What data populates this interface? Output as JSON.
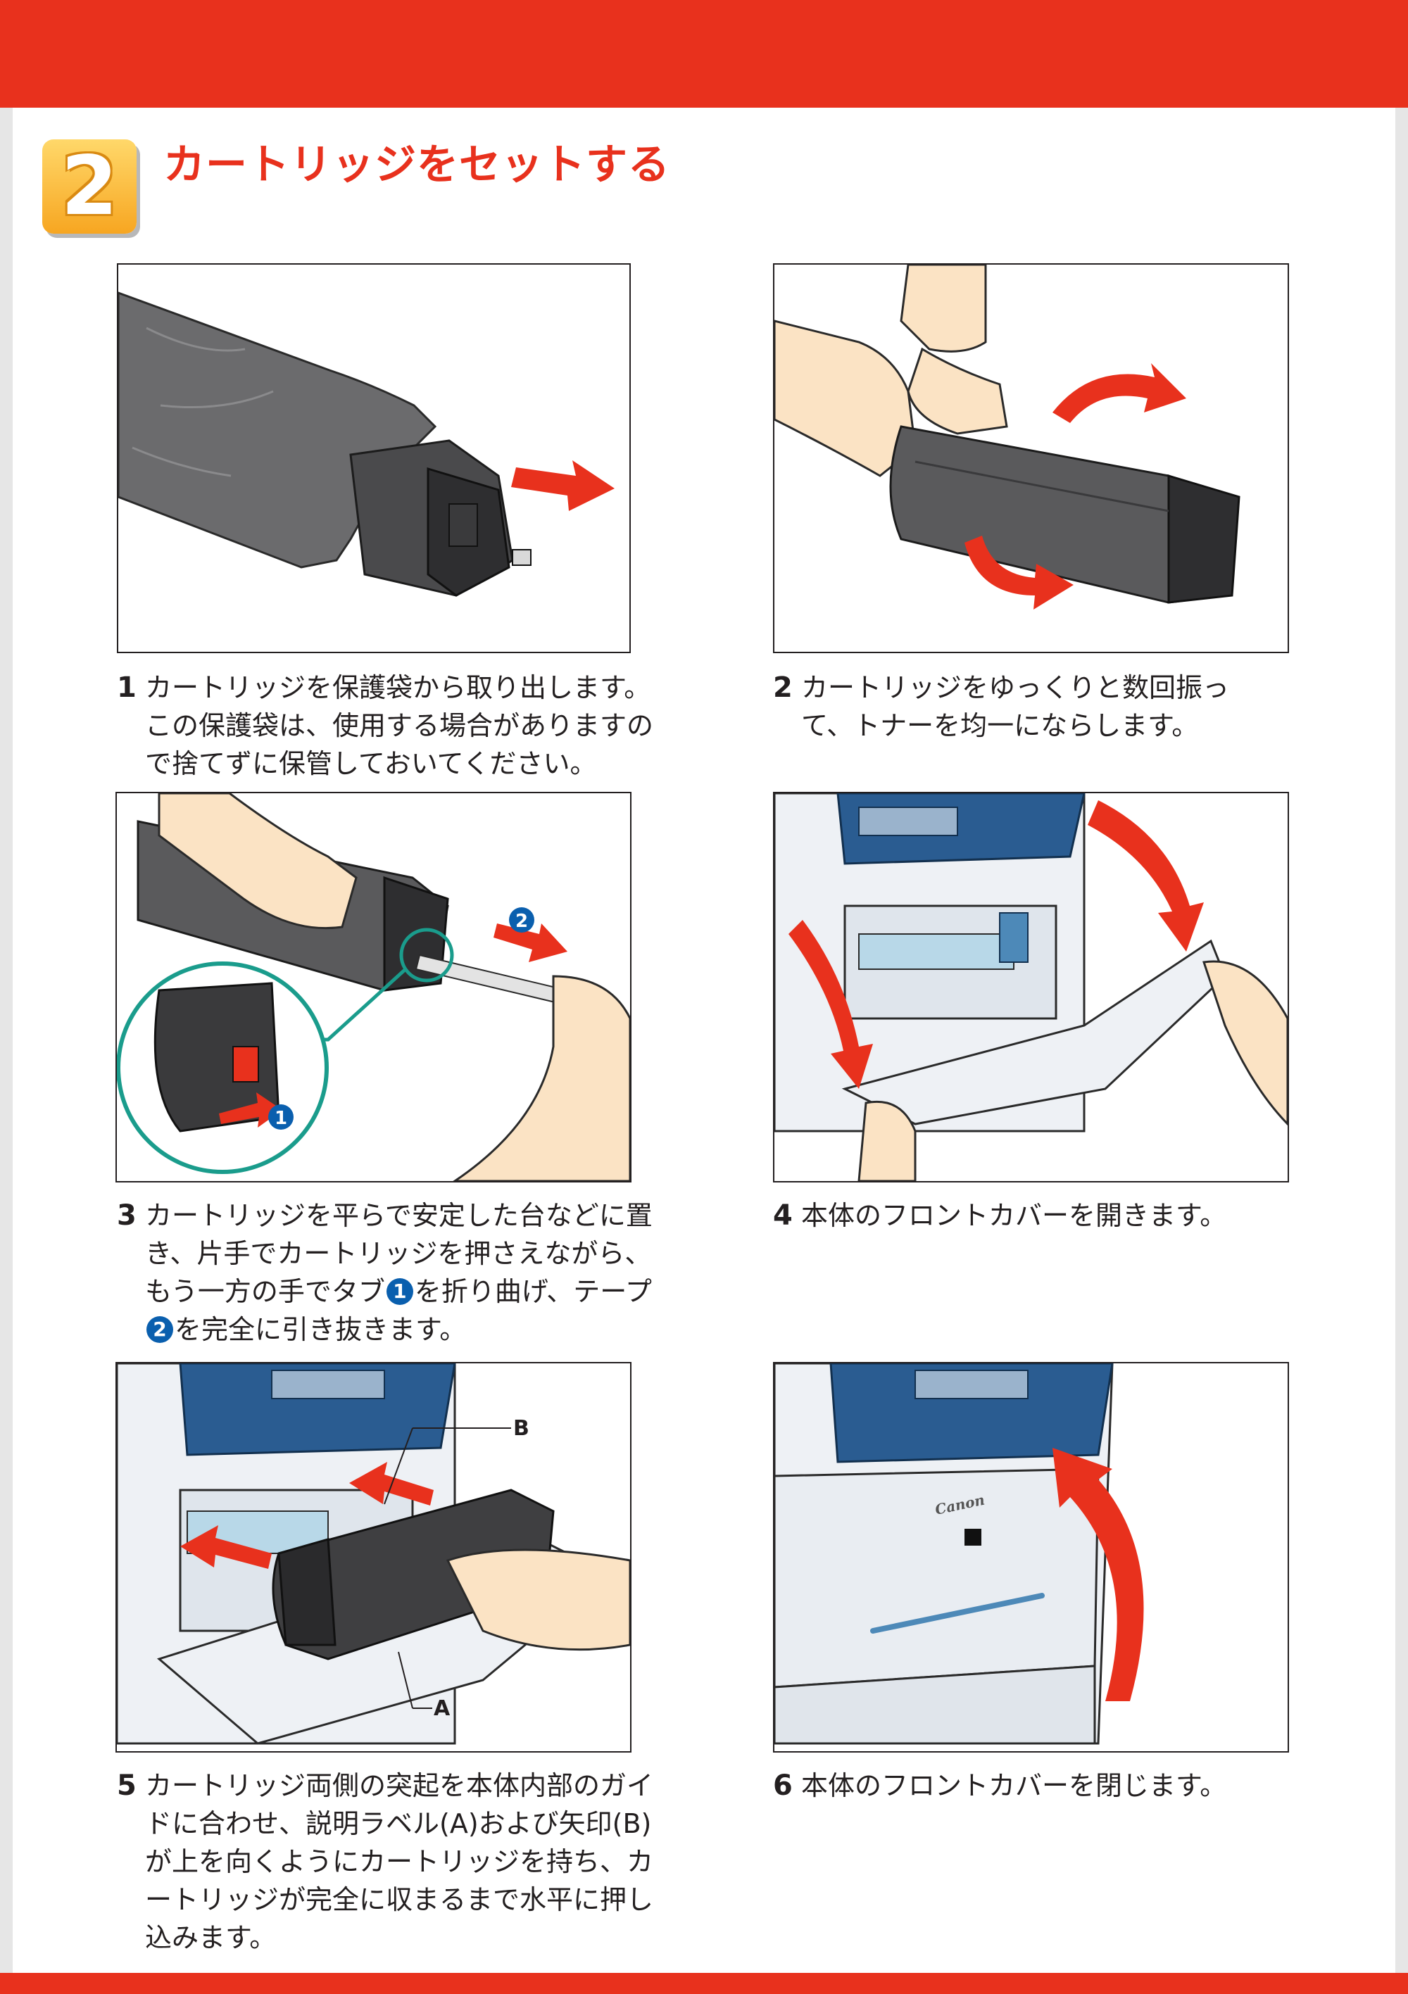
{
  "section": {
    "number": "2",
    "title": "カートリッジをセットする"
  },
  "colors": {
    "brand_red": "#e8311d",
    "badge_orange": "#f7a621",
    "callout_teal": "#1a9c8c",
    "marker_blue": "#0a5fae"
  },
  "steps": [
    {
      "number": "1",
      "text": "カートリッジを保護袋から取り出します。この保護袋は、使用する場合がありますので捨てずに保管しておいてください。"
    },
    {
      "number": "2",
      "text": "カートリッジをゆっくりと数回振って、トナーを均一にならします。"
    },
    {
      "number": "3",
      "text_a": "カートリッジを平らで安定した台などに置き、片手でカートリッジを押さえながら、もう一方の手でタブ",
      "marker_1": "1",
      "text_b": "を折り曲げ、テープ",
      "marker_2": "2",
      "text_c": "を完全に引き抜きます。"
    },
    {
      "number": "4",
      "text": "本体のフロントカバーを開きます。"
    },
    {
      "number": "5",
      "text": "カートリッジ両側の突起を本体内部のガイドに合わせ、説明ラベル(A)および矢印(B)が上を向くようにカートリッジを持ち、カートリッジが完全に収まるまで水平に押し込みます。",
      "label_a": "A",
      "label_b": "B"
    },
    {
      "number": "6",
      "text": "本体のフロントカバーを閉じます。"
    }
  ],
  "illustration_markers": {
    "step3_tab": "1",
    "step3_tape": "2"
  },
  "printer_brand_mark": "Canon"
}
